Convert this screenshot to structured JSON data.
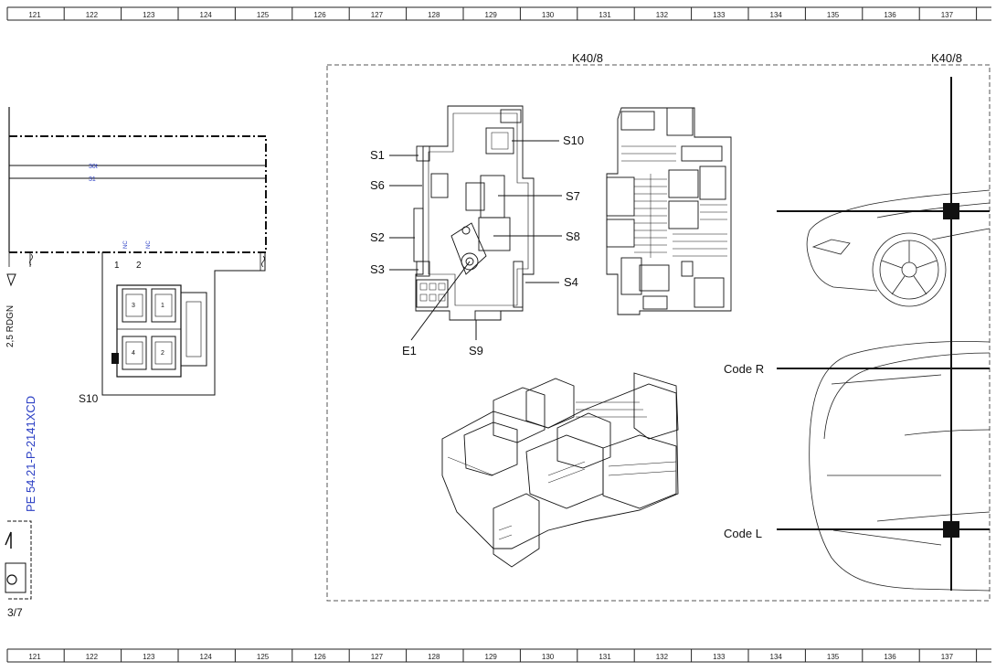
{
  "ruler": [
    "121",
    "122",
    "123",
    "124",
    "125",
    "126",
    "127",
    "128",
    "129",
    "130",
    "131",
    "132",
    "133",
    "134",
    "135",
    "136",
    "137"
  ],
  "component_id": "K40/8",
  "component_id_right": "K40/8",
  "fuse_labels_left": [
    "S1",
    "S6",
    "S2",
    "S3"
  ],
  "fuse_labels_right": [
    "S10",
    "S7",
    "S8",
    "S4"
  ],
  "fuse_labels_bottom": [
    "E1",
    "S9"
  ],
  "connector_label": "S10",
  "wire_30t": "30t",
  "wire_31": "31",
  "pin_1": "1",
  "pin_2": "2",
  "nc_1": "NC",
  "nc_2": "NC",
  "cavity_3": "3",
  "cavity_1": "1",
  "cavity_4": "4",
  "cavity_2": "2",
  "wire_spec": "2,5 RDGN",
  "page_ref": "PE 54.21-P-2141XCD",
  "sheet_ref": "3/7",
  "code_r": "Code R",
  "code_l": "Code L",
  "accent_blue": "#2b3fc4"
}
